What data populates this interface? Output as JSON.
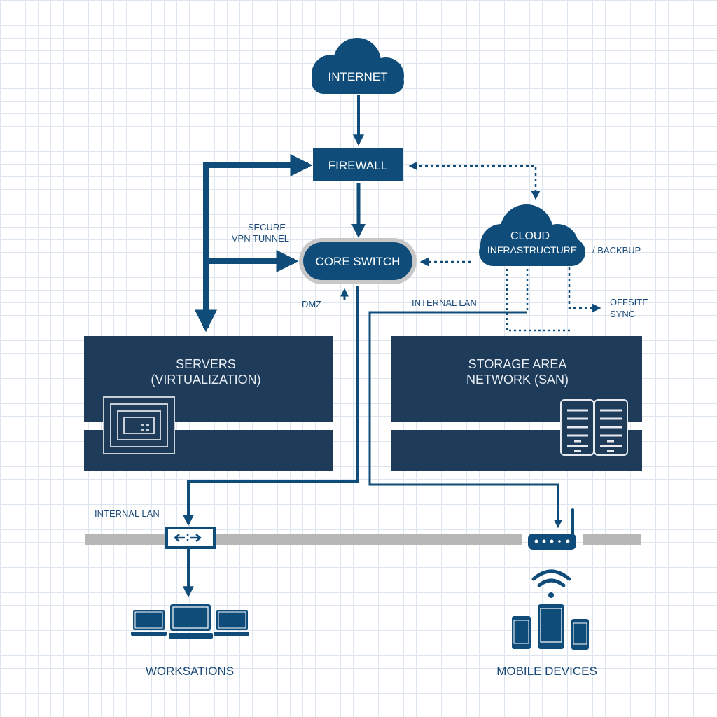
{
  "colors": {
    "primary": "#0f4c7a",
    "block": "#1f3b5a",
    "lan_bar": "#b7b7b7",
    "label": "#1b4a78"
  },
  "nodes": {
    "internet": {
      "label": "INTERNET",
      "icon": "cloud-icon"
    },
    "firewall": {
      "label": "FIREWALL"
    },
    "core_switch": {
      "label": "CORE SWITCH"
    },
    "cloud": {
      "line1": "CLOUD",
      "line2": "INFRASTRUCTURE",
      "icon": "cloud-icon"
    },
    "servers": {
      "line1": "SERVERS",
      "line2": "(VIRTUALIZATION)",
      "icon": "virtualization-icon"
    },
    "san": {
      "line1": "STORAGE AREA",
      "line2": "NETWORK (SAN)",
      "icon": "storage-rack-icon"
    },
    "lan_switch": {
      "icon": "bidirectional-arrows-icon"
    },
    "router": {
      "icon": "wireless-router-icon"
    },
    "workstations": {
      "label": "WORKSATIONS",
      "icon": "laptops-icon"
    },
    "mobile": {
      "label": "MOBILE DEVICES",
      "icon": "mobile-devices-icon"
    }
  },
  "labels": {
    "vpn_line1": "SECURE",
    "vpn_line2": "VPN TUNNEL",
    "dmz": "DMZ",
    "internal_lan_right": "INTERNAL LAN",
    "internal_lan_left": "INTERNAL LAN",
    "backup": "/ BACKBUP",
    "offsite_line1": "OFFSITE",
    "offsite_line2": "SYNC"
  }
}
